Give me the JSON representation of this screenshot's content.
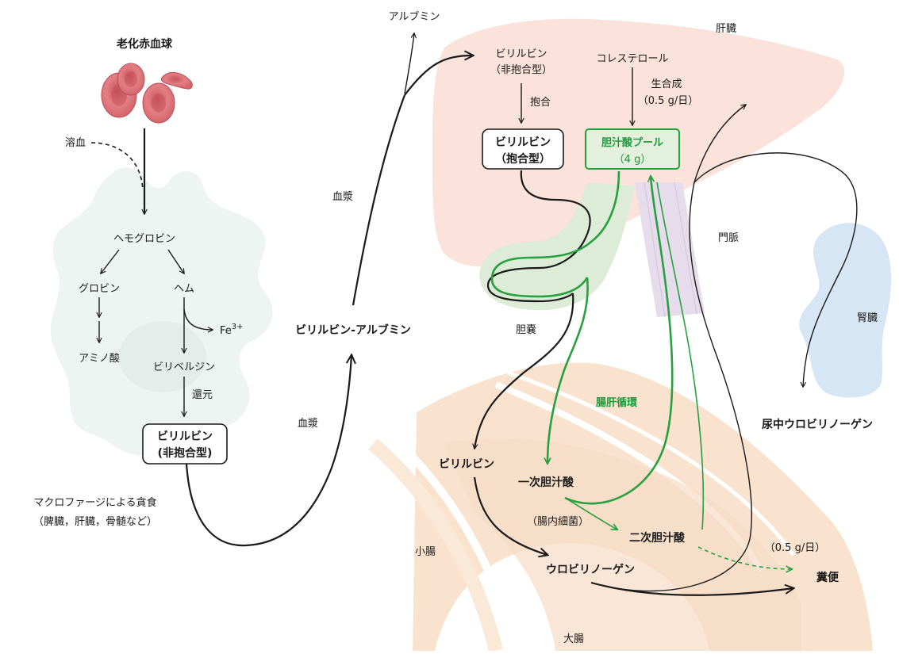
{
  "labels": {
    "aged_rbc": "老化赤血球",
    "hemolysis": "溶血",
    "hemoglobin": "ヘモグロビン",
    "globin": "グロビン",
    "heme": "ヘム",
    "fe": "Fe",
    "fe_sup": "3+",
    "amino_acid": "アミノ酸",
    "biliverdin": "ビリベルジン",
    "reduction": "還元",
    "bilirubin_unconj_l1": "ビリルビン",
    "bilirubin_unconj_l2": "(非抱合型)",
    "macrophage_l1": "マクロファージによる貪食",
    "macrophage_l2": "（脾臓，肝臓，骨髄など）",
    "plasma_upper": "血漿",
    "plasma_lower": "血漿",
    "bilirubin_albumin": "ビリルビン-アルブミン",
    "albumin": "アルブミン",
    "liver": "肝臓",
    "liver_bilirubin_l1": "ビリルビン",
    "liver_bilirubin_l2": "（非抱合型）",
    "conjugation": "抱合",
    "conj_bilirubin_l1": "ビリルビン",
    "conj_bilirubin_l2": "（抱合型）",
    "cholesterol": "コレステロール",
    "synthesis": "生合成",
    "synthesis_rate": "（0.5 g/日）",
    "bile_acid_pool_l1": "胆汁酸プール",
    "bile_acid_pool_l2": "（4 g）",
    "portal_vein": "門脈",
    "gallbladder": "胆嚢",
    "kidney": "腎臓",
    "enterohepatic": "腸肝循環",
    "urinary_urobilinogen": "尿中ウロビリノーゲン",
    "intestinal_bilirubin": "ビリルビン",
    "primary_bile_acid": "一次胆汁酸",
    "gut_bacteria": "（腸内細菌）",
    "secondary_bile_acid": "二次胆汁酸",
    "excretion_rate": "（0.5 g/日）",
    "feces": "糞便",
    "urobilinogen": "ウロビリノーゲン",
    "small_intestine": "小腸",
    "large_intestine": "大腸"
  },
  "colors": {
    "liver_fill": "#fbe2da",
    "macrophage_fill": "#eef4f1",
    "gallbladder_fill": "#dcecd6",
    "portal_fill": "#e6dceb",
    "kidney_fill": "#d6e6f5",
    "intestine_fill": "#f9e2cf",
    "rbc_fill": "#e0787d",
    "enterohepatic_green": "#27a040"
  }
}
